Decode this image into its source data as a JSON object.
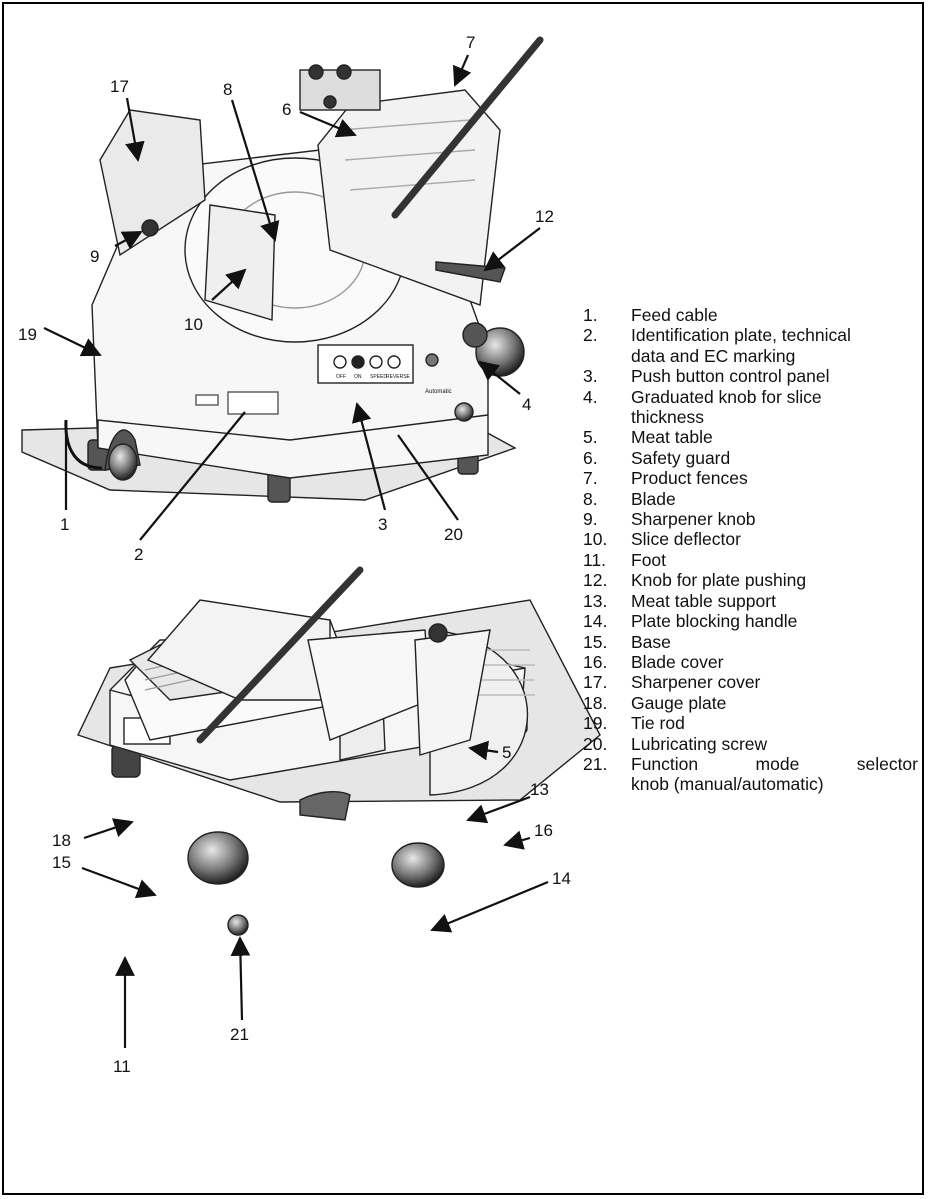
{
  "callouts_top": [
    "1",
    "2",
    "3",
    "4",
    "6",
    "7",
    "8",
    "9",
    "10",
    "12",
    "17",
    "19",
    "20"
  ],
  "callouts_bottom": [
    "5",
    "11",
    "13",
    "14",
    "15",
    "16",
    "18",
    "21"
  ],
  "legend": [
    {
      "num": "1.",
      "text": "Feed cable"
    },
    {
      "num": "2.",
      "text": "Identification plate, technical"
    },
    {
      "num": "",
      "text": "data and EC marking"
    },
    {
      "num": "3.",
      "text": "Push button control panel"
    },
    {
      "num": "4.",
      "text": "Graduated knob for slice"
    },
    {
      "num": "",
      "text": "thickness"
    },
    {
      "num": "5.",
      "text": "Meat table"
    },
    {
      "num": "6.",
      "text": "Safety guard"
    },
    {
      "num": "7.",
      "text": "Product fences"
    },
    {
      "num": "8.",
      "text": "Blade"
    },
    {
      "num": "9.",
      "text": "Sharpener knob"
    },
    {
      "num": "10.",
      "text": "Slice deflector"
    },
    {
      "num": "11.",
      "text": "Foot"
    },
    {
      "num": "12.",
      "text": "Knob for plate pushing"
    },
    {
      "num": "13.",
      "text": "Meat table support"
    },
    {
      "num": "14.",
      "text": "Plate blocking handle"
    },
    {
      "num": "15.",
      "text": "Base"
    },
    {
      "num": "16.",
      "text": "Blade cover"
    },
    {
      "num": "17.",
      "text": "Sharpener cover"
    },
    {
      "num": "18.",
      "text": "Gauge plate"
    },
    {
      "num": "19.",
      "text": "Tie rod"
    },
    {
      "num": "20.",
      "text": "Lubricating screw"
    },
    {
      "num": "21.",
      "text": "Function mode selector"
    },
    {
      "num": "",
      "text": "knob (manual/automatic)"
    }
  ],
  "panel_labels": {
    "button_row": [
      "OFF",
      "ON",
      "SPEED",
      "REVERSE"
    ],
    "selector_mode": "Automatic"
  }
}
